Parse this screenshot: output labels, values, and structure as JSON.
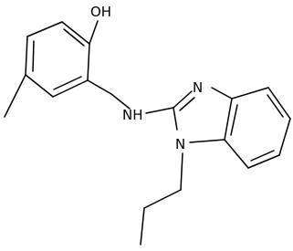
{
  "atoms": {
    "oh": "OH",
    "nh": "NH",
    "n_ring_imine": "N",
    "n_ring_propyl": "N"
  },
  "colors": {
    "bonds": "#000000",
    "labels": "#000000",
    "background": "#ffffff"
  }
}
